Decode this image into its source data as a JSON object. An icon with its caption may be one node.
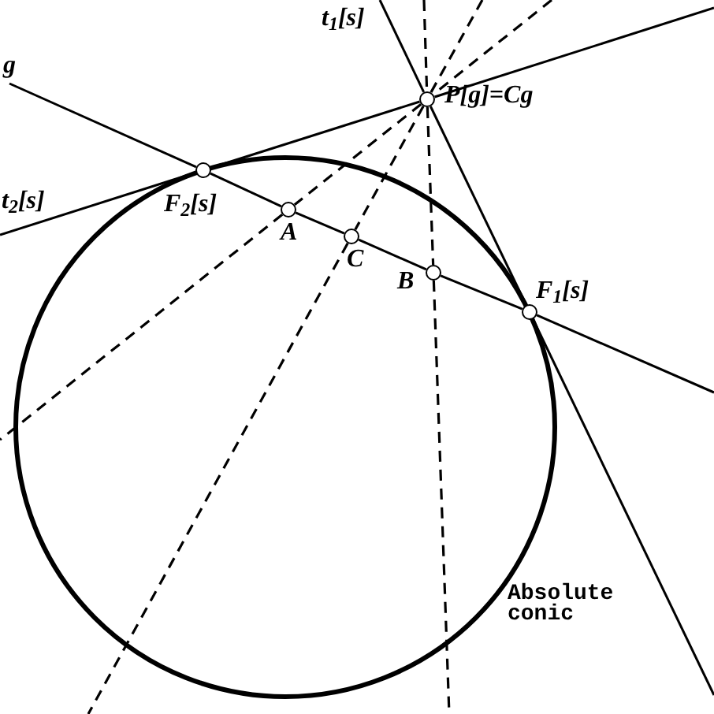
{
  "diagram": {
    "nodes": [
      {
        "text": [
          "P[g]=Cg"
        ]
      },
      {
        "text": [
          "F$_{2}$[s]"
        ]
      },
      {
        "text": [
          "A"
        ]
      },
      {
        "text": [
          "C"
        ]
      },
      {
        "text": [
          "B"
        ]
      },
      {
        "text": [
          "F$_{1}$[s]"
        ]
      },
      {
        "text": [
          "g"
        ]
      }
    ],
    "edges": [
      {
        "from": 1,
        "to": 2,
        "arrow": "none"
      },
      {
        "from": 2,
        "to": 3,
        "arrow": "none"
      },
      {
        "from": 3,
        "to": 4,
        "arrow": "none"
      },
      {
        "from": 4,
        "to": 5,
        "arrow": "none"
      },
      {
        "from": 6,
        "to": 1,
        "arrow": "none"
      },
      {
        "from": 5,
        "to": null,
        "arrow": "none"
      },
      {
        "from": 0,
        "to": 1,
        "arrow": "none"
      },
      {
        "from": null,
        "to": 1,
        "arrow": "none"
      },
      {
        "from": 0,
        "to": null,
        "arrow": "none"
      },
      {
        "from": 0,
        "to": 5,
        "arrow": "none"
      },
      {
        "from": null,
        "to": 0,
        "arrow": "none"
      },
      {
        "from": 5,
        "to": null,
        "arrow": "none"
      },
      {
        "from": 0,
        "to": 2,
        "arrow": "none",
        "style": "dashed"
      },
      {
        "from": 2,
        "to": null,
        "arrow": "none",
        "style": "dashed"
      },
      {
        "from": null,
        "to": 0,
        "arrow": "none",
        "style": "dashed"
      },
      {
        "from": 0,
        "to": 3,
        "arrow": "none",
        "style": "dashed"
      },
      {
        "from": 3,
        "to": null,
        "arrow": "none",
        "style": "dashed"
      },
      {
        "from": null,
        "to": 0,
        "arrow": "none",
        "style": "dashed"
      },
      {
        "from": 0,
        "to": 4,
        "arrow": "none",
        "style": "dashed"
      },
      {
        "from": 4,
        "to": null,
        "arrow": "none",
        "style": "dashed"
      },
      {
        "from": null,
        "to": 0,
        "arrow": "none",
        "style": "dashed"
      }
    ],
    "labels": [
      "t$_{1}$[s]",
      "t$_{2}$[s]",
      "Absolute conic"
    ]
  }
}
